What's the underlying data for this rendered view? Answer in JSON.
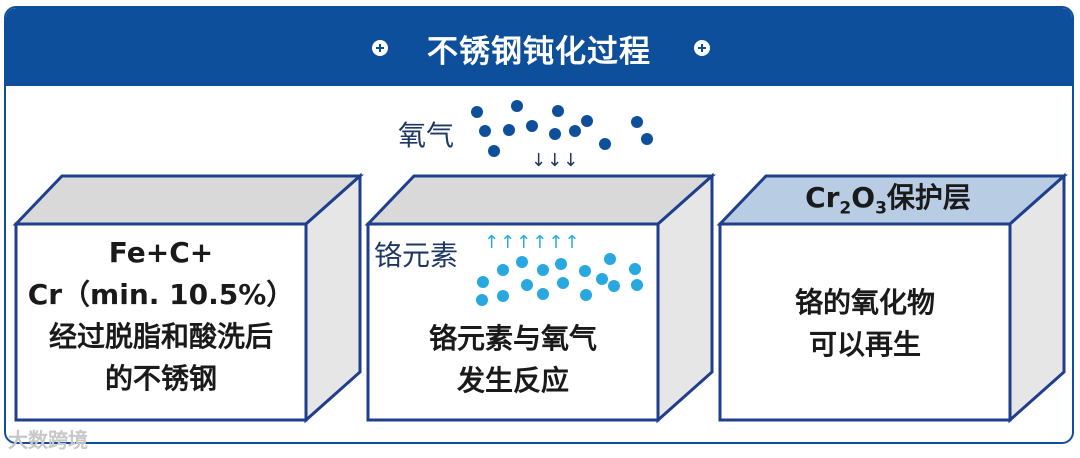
{
  "title": "不锈钢钝化过程",
  "oxygen_label": "氧气",
  "chromium_label": "铬元素",
  "arrows_down": "↓↓↓",
  "arrows_up": "↑↑↑↑↑↑",
  "box1": {
    "line1": "Fe+C+",
    "line2": "Cr（min. 10.5%）",
    "line3": "经过脱脂和酸洗后",
    "line4": "的不锈钢"
  },
  "box2": {
    "line1": "铬元素与氧气",
    "line2": "发生反应"
  },
  "box3": {
    "top_label_prefix": "Cr",
    "sub1": "2",
    "mid": "O",
    "sub2": "3",
    "top_label_suffix": "保护层",
    "line1": "铬的氧化物",
    "line2": "可以再生"
  },
  "watermark": "大数跨境",
  "colors": {
    "brand_blue": "#0e4f9c",
    "box_border": "#1f3f8c",
    "box_top": "#d9d9d9",
    "box_side": "#e6e6e6",
    "oxide_top": "#b8cce4",
    "oxygen_dot": "#0e4f9c",
    "chromium_dot": "#29a8df"
  }
}
